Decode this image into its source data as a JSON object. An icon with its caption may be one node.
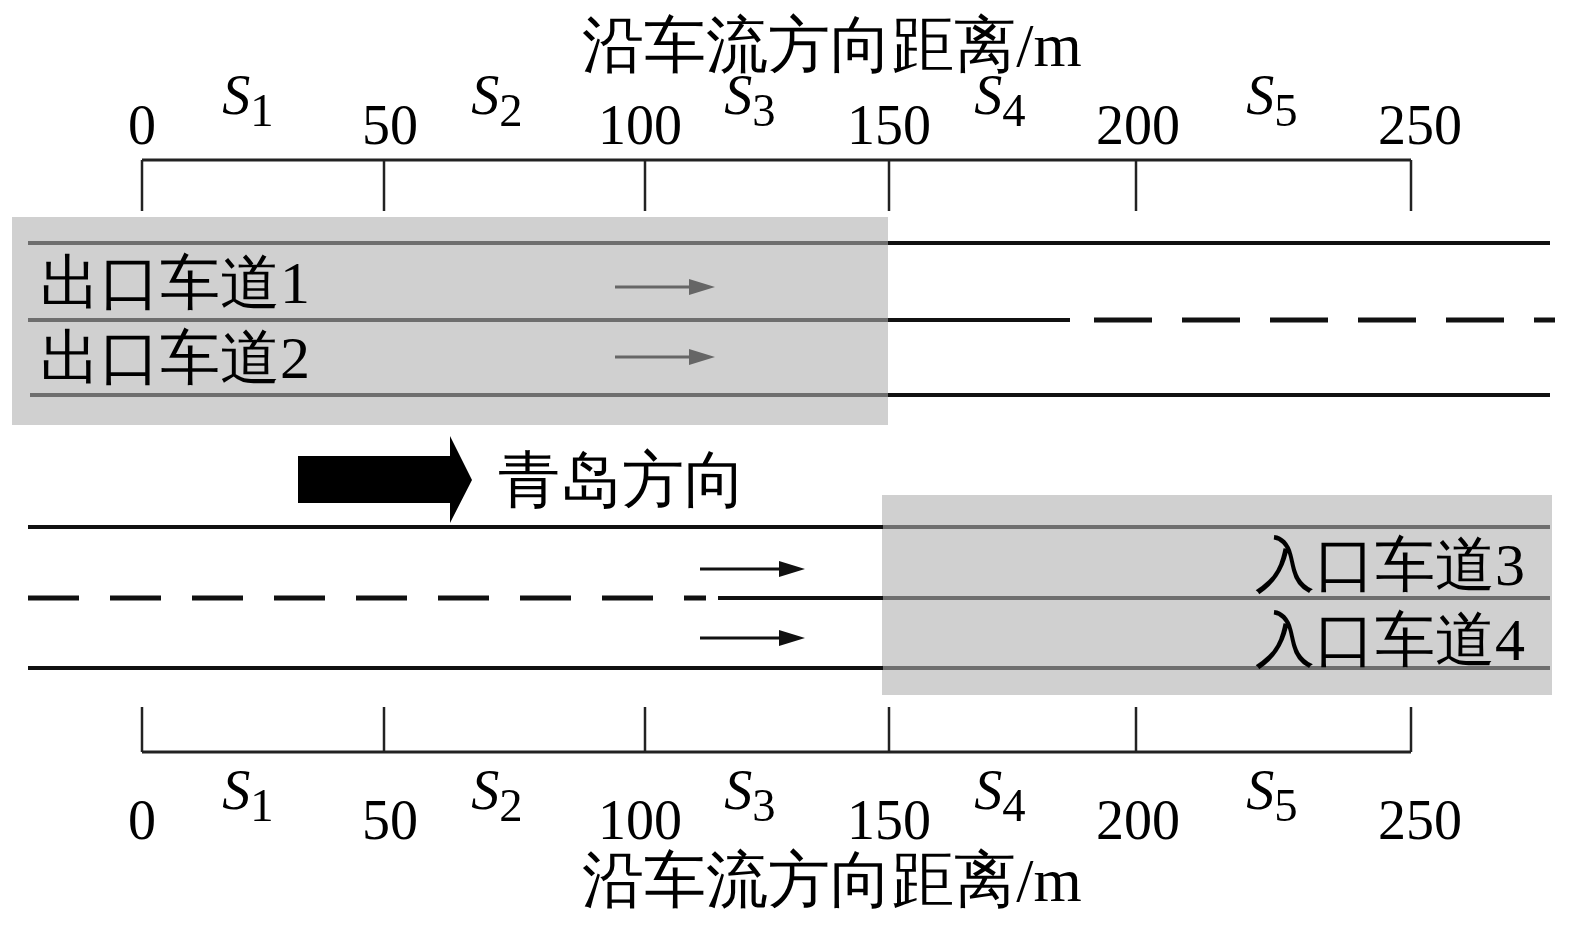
{
  "diagram": {
    "nodes": [
      {
        "text": [
          "出口车道1",
          "出口车道2"
        ]
      },
      {
        "text": [
          "入口车道3",
          "入口车道4"
        ]
      }
    ],
    "edges": [],
    "labels": [
      "沿车流方向距离/m",
      "0",
      "*S*$_{1}$",
      "50",
      "*S*$_{2}$",
      "100",
      "*S*$_{3}$",
      "150",
      "*S*$_{4}$",
      "200",
      "*S*$_{5}$",
      "250",
      "青岛方向",
      "0",
      "*S*$_{1}$",
      "50",
      "*S*$_{2}$",
      "100",
      "*S*$_{3}$",
      "150",
      "*S*$_{4}$",
      "200",
      "*S*$_{5}$",
      "250",
      "沿车流方向距离/m"
    ]
  }
}
